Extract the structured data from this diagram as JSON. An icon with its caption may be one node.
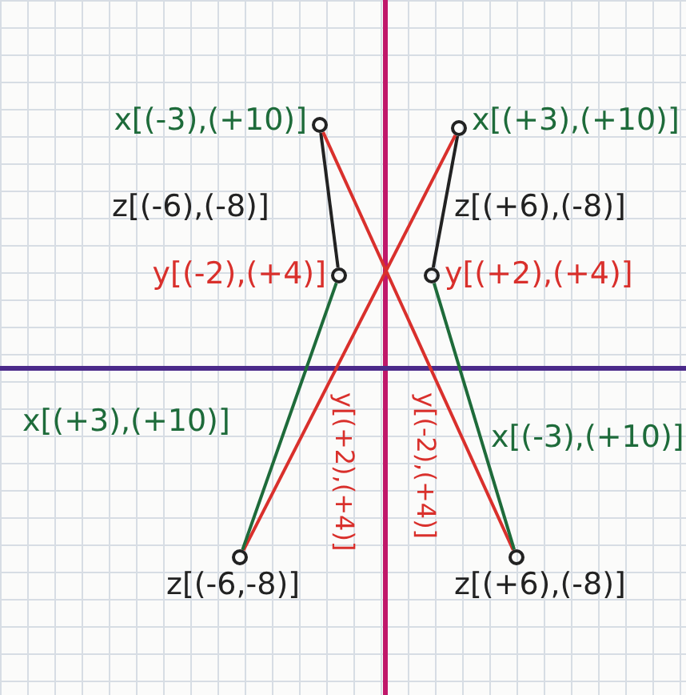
{
  "diagram": {
    "nodes": [
      {
        "text": [],
        "shape": "circle",
        "beside": [
          "x[(-3),(+10)]"
        ]
      },
      {
        "text": [],
        "shape": "circle",
        "beside": [
          "x[(+3),(+10)]"
        ]
      },
      {
        "text": [],
        "shape": "circle",
        "beside": [
          "y[(-2),(+4)]"
        ]
      },
      {
        "text": [],
        "shape": "circle",
        "beside": [
          "y[(+2),(+4)]"
        ]
      },
      {
        "text": [],
        "shape": "circle",
        "beside": [
          "z[(-6,-8)]"
        ]
      },
      {
        "text": [],
        "shape": "circle",
        "beside": [
          "z[(+6),(-8)]"
        ]
      }
    ],
    "edges": [
      {
        "from": 0,
        "to": 2,
        "arrow": "none",
        "label": "z[(-6),(-8)]",
        "color": "#222222"
      },
      {
        "from": 0,
        "to": 5,
        "arrow": "none",
        "label": "y[(-2),(+4)]",
        "color": "#d9302c"
      },
      {
        "from": 1,
        "to": 3,
        "arrow": "none",
        "label": "z[(+6),(-8)]",
        "color": "#222222"
      },
      {
        "from": 1,
        "to": 4,
        "arrow": "none",
        "label": "y[(+2),(+4)]",
        "color": "#d9302c"
      },
      {
        "from": 2,
        "to": 4,
        "arrow": "none",
        "label": "x[(+3),(+10)]",
        "color": "#1e6b3a"
      },
      {
        "from": 3,
        "to": 5,
        "arrow": "none",
        "label": "x[(-3),(+10)]",
        "color": "#1e6b3a"
      }
    ]
  }
}
